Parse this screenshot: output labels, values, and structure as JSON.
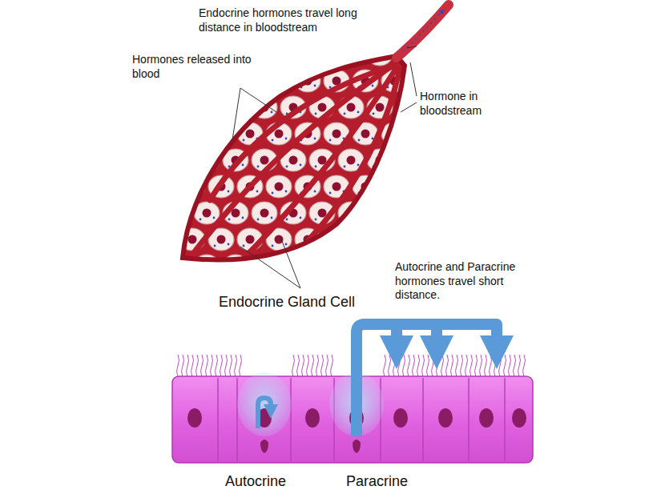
{
  "diagram": {
    "labels": [
      "Endocrine hormones travel long distance in bloodstream",
      "Hormones released into blood",
      "Hormone in bloodstream",
      "Endocrine Gland Cell",
      "Autocrine and Paracrine hormones travel short distance.",
      "Autocrine",
      "Paracrine"
    ]
  }
}
